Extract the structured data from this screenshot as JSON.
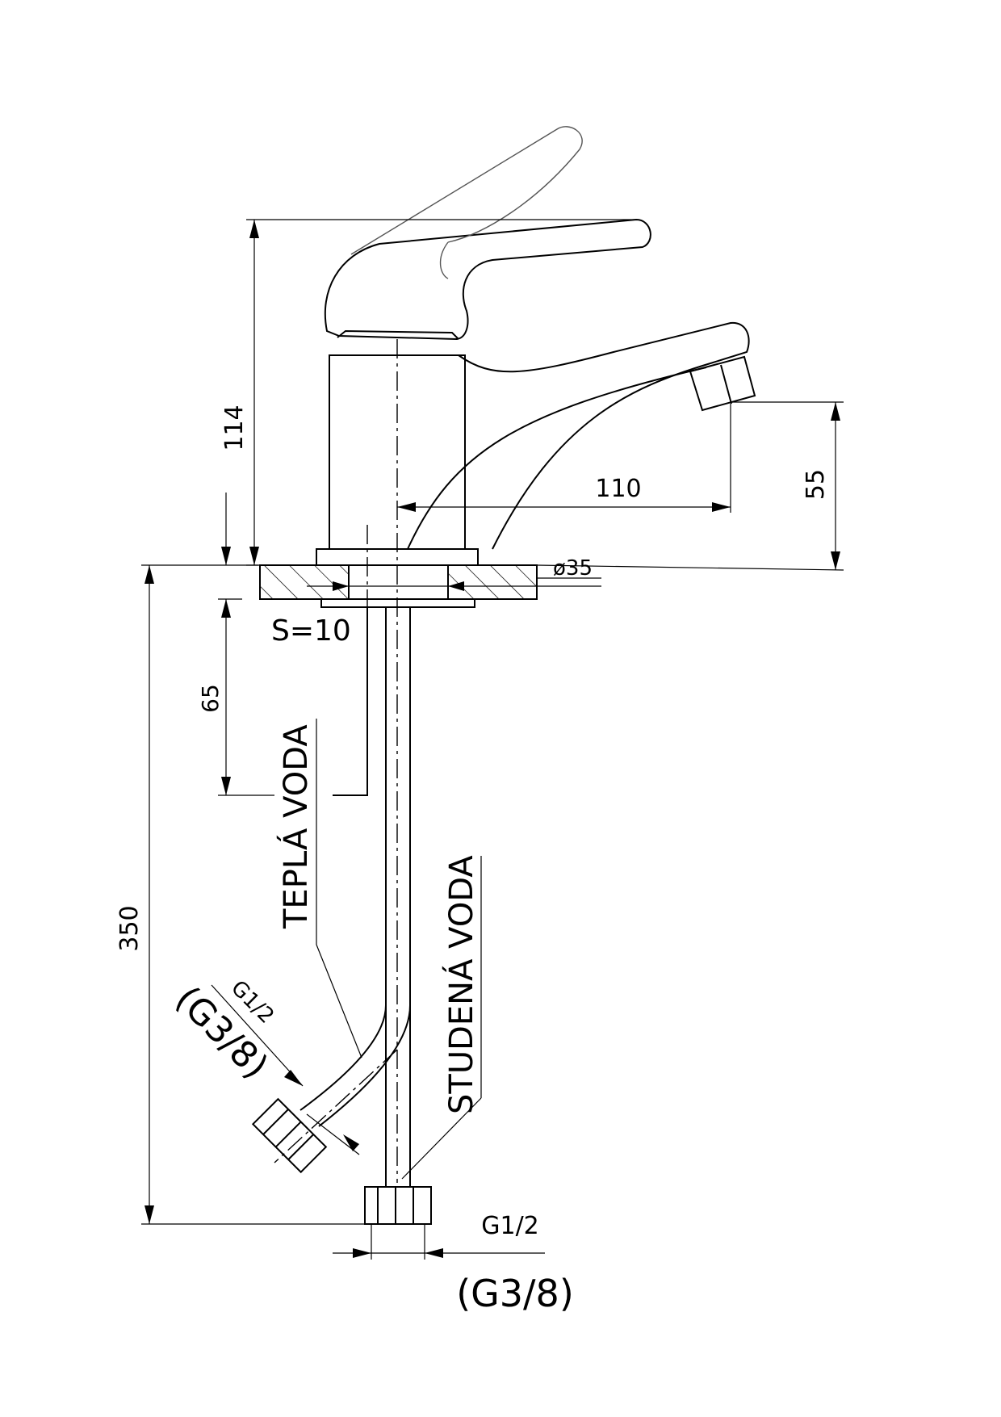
{
  "drawing": {
    "dimensions": {
      "handle_height": "114",
      "spout_reach": "110",
      "spout_height": "55",
      "base_diameter": "ø35",
      "plate_thickness": "S=10",
      "hose_drop": "65",
      "total_height": "350"
    },
    "labels": {
      "hot_water": "TEPLÁ VODA",
      "cold_water": "STUDENÁ VODA"
    },
    "threads": {
      "hot_side": "G1/2",
      "hot_side_alt": "(G3/8)",
      "bottom": "G1/2",
      "bottom_alt": "(G3/8)"
    }
  }
}
